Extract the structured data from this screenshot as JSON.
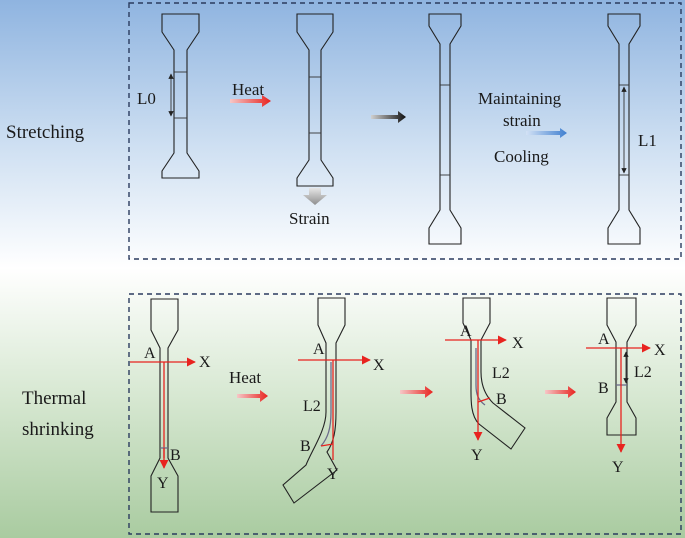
{
  "stretching": {
    "row_label": "Stretching",
    "label_l0": "L0",
    "label_heat": "Heat",
    "label_strain": "Strain",
    "label_maintaining": "Maintaining",
    "label_strain2": "strain",
    "label_cooling": "Cooling",
    "label_l1": "L1"
  },
  "shrinking": {
    "row_label_line1": "Thermal",
    "row_label_line2": "shrinking",
    "label_heat": "Heat",
    "label_a": "A",
    "label_b": "B",
    "label_x": "X",
    "label_y": "Y",
    "label_l2": "L2"
  },
  "colors": {
    "top_gradient_start": "#8fb4e0",
    "bottom_gradient_end": "#a9cba0",
    "axis_red": "#e8231f",
    "frame": "#2a3b5e"
  }
}
